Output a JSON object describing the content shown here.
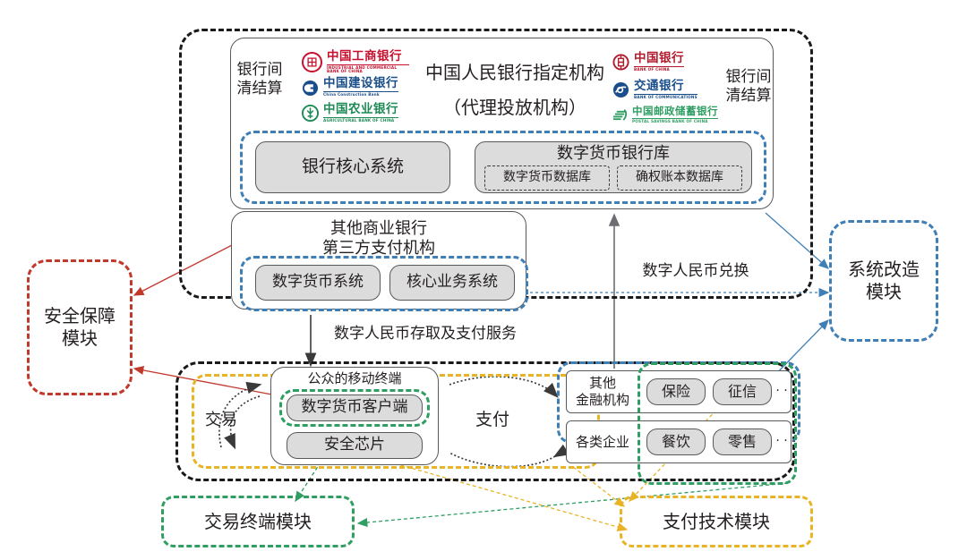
{
  "diagram": {
    "title_main": "中国人民银行指定机构",
    "title_sub": "（代理投放机构）",
    "settle_left": "银行间\n清结算",
    "settle_right": "银行间\n清结算"
  },
  "banks_left": [
    {
      "cn": "中国工商银行",
      "en": "INDUSTRIAL AND COMMERCIAL BANK OF CHINA",
      "color": "#c8102e",
      "icon": "icbc-logo"
    },
    {
      "cn": "中国建设银行",
      "en": "China Construction Bank",
      "color": "#1a4e8a",
      "icon": "ccb-logo"
    },
    {
      "cn": "中国农业银行",
      "en": "AGRICULTURAL BANK OF CHINA",
      "color": "#1f8a56",
      "icon": "abc-logo"
    }
  ],
  "banks_right": [
    {
      "cn": "中国银行",
      "en": "BANK OF CHINA",
      "color": "#b01c2e",
      "icon": "boc-logo"
    },
    {
      "cn": "交通银行",
      "en": "BANK OF COMMUNICATIONS",
      "color": "#1a4e8a",
      "icon": "bocom-logo"
    },
    {
      "cn": "中国邮政储蓄银行",
      "en": "POSTAL SAVINGS BANK OF CHINA",
      "color": "#2e9e62",
      "icon": "psbc-logo"
    }
  ],
  "bank_core": {
    "label": "银行核心系统"
  },
  "currency_vault": {
    "title": "数字货币银行库",
    "items": [
      {
        "label": "数字货币数据库"
      },
      {
        "label": "确权账本数据库"
      }
    ]
  },
  "other_banks": {
    "title": "其他商业银行\n第三方支付机构",
    "items": [
      {
        "label": "数字货币系统"
      },
      {
        "label": "核心业务系统"
      }
    ]
  },
  "modules": {
    "security": {
      "label": "安全保障\n模块",
      "color": "#c0392b"
    },
    "system_reform": {
      "label": "系统改造\n模块",
      "color": "#3f7fb5"
    },
    "terminal": {
      "label": "交易终端模块",
      "color": "#2e9e62"
    },
    "payment_tech": {
      "label": "支付技术模块",
      "color": "#e8b325"
    }
  },
  "flow_labels": {
    "exchange": "数字人民币兑换",
    "deposit_pay": "数字人民币存取及支付服务",
    "transaction": "交易",
    "payment": "支付"
  },
  "mobile_terminal": {
    "title": "公众的移动终端",
    "client": "数字货币客户端",
    "chip": "安全芯片"
  },
  "merchants": {
    "fin_inst": {
      "label": "其他\n金融机构",
      "items": [
        {
          "label": "保险"
        },
        {
          "label": "征信"
        }
      ]
    },
    "enterprises": {
      "label": "各类企业",
      "items": [
        {
          "label": "餐饮"
        },
        {
          "label": "零售"
        }
      ]
    },
    "ellipsis": "·  ·"
  }
}
